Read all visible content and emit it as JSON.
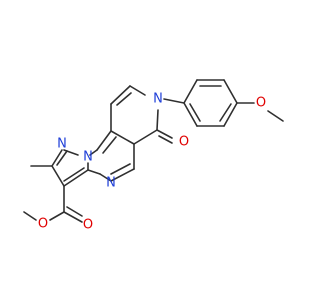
{
  "molecule": {
    "colors": {
      "bond": "#303030",
      "nitrogen": "#1f3fd8",
      "oxygen": "#e00000",
      "background": "#ffffff"
    },
    "atom_labels": {
      "n_pyridinone": "N",
      "n_pyrazole_2": "N",
      "n_bridge": "N",
      "n_pyrimidine": "N",
      "o_carbonyl": "O",
      "o_methoxy": "O",
      "o_ester_carbonyl": "O",
      "o_ester": "O"
    }
  }
}
